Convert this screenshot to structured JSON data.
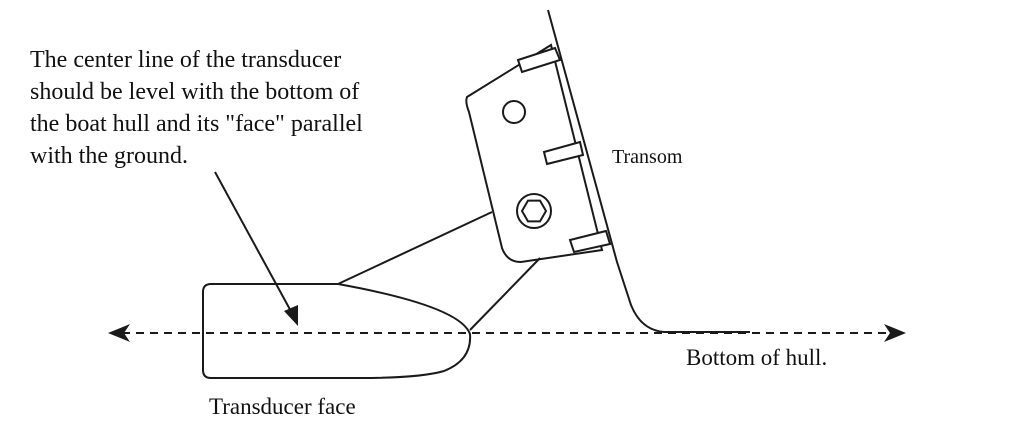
{
  "instruction_lines": [
    "The center line of the transducer",
    "should be level with the bottom of",
    "the boat hull and its \"face\" parallel",
    "with the ground."
  ],
  "labels": {
    "transom": "Transom",
    "bottom_of_hull": "Bottom of hull.",
    "transducer_face": "Transducer face"
  },
  "colors": {
    "line": "#1a1a1a",
    "text": "#111111",
    "background": "#ffffff"
  }
}
